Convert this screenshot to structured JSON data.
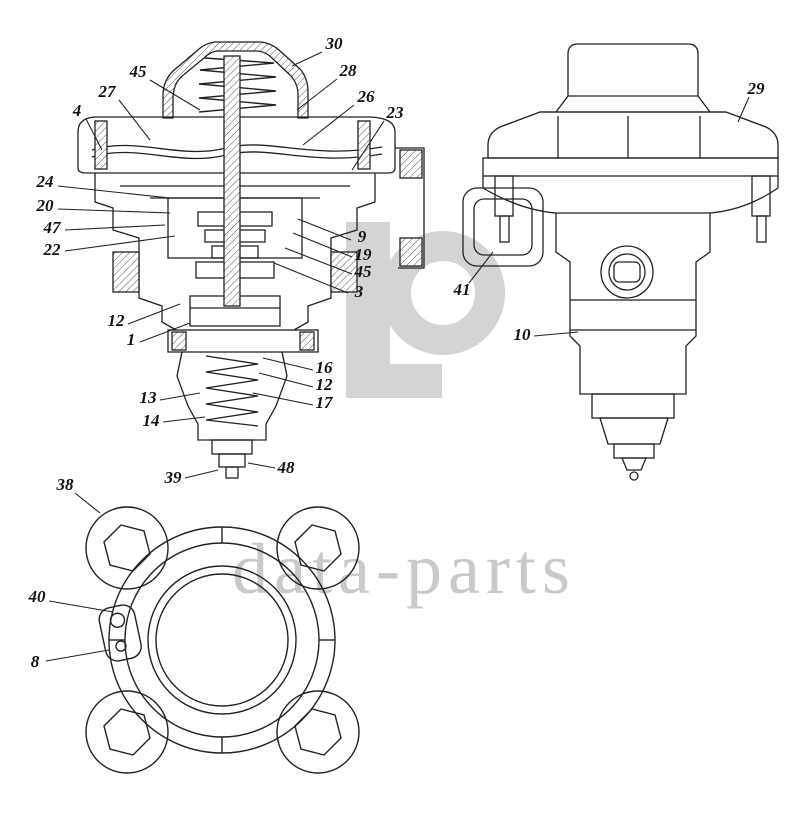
{
  "watermark": {
    "text": "data-parts"
  },
  "callouts": [
    {
      "label": "30",
      "text": [
        334,
        45
      ],
      "leader": [
        322,
        52,
        292,
        66
      ]
    },
    {
      "label": "45",
      "text": [
        138,
        73
      ],
      "leader": [
        150,
        80,
        200,
        110
      ]
    },
    {
      "label": "28",
      "text": [
        348,
        72
      ],
      "leader": [
        337,
        79,
        297,
        110
      ]
    },
    {
      "label": "27",
      "text": [
        107,
        93
      ],
      "leader": [
        119,
        100,
        150,
        140
      ]
    },
    {
      "label": "26",
      "text": [
        366,
        98
      ],
      "leader": [
        354,
        105,
        303,
        145
      ]
    },
    {
      "label": "4",
      "text": [
        77,
        112
      ],
      "leader": [
        86,
        119,
        102,
        150
      ]
    },
    {
      "label": "23",
      "text": [
        395,
        114
      ],
      "leader": [
        384,
        121,
        352,
        170
      ]
    },
    {
      "label": "24",
      "text": [
        45,
        183
      ],
      "leader": [
        58,
        186,
        170,
        198
      ]
    },
    {
      "label": "20",
      "text": [
        45,
        207
      ],
      "leader": [
        58,
        209,
        170,
        213
      ]
    },
    {
      "label": "47",
      "text": [
        52,
        229
      ],
      "leader": [
        65,
        230,
        165,
        225
      ]
    },
    {
      "label": "22",
      "text": [
        52,
        251
      ],
      "leader": [
        65,
        251,
        175,
        236
      ]
    },
    {
      "label": "9",
      "text": [
        362,
        238
      ],
      "leader": [
        351,
        240,
        298,
        219
      ]
    },
    {
      "label": "19",
      "text": [
        363,
        256
      ],
      "leader": [
        352,
        257,
        293,
        233
      ]
    },
    {
      "label": "45",
      "text": [
        363,
        273
      ],
      "leader": [
        352,
        274,
        285,
        248
      ]
    },
    {
      "label": "3",
      "text": [
        359,
        293
      ],
      "leader": [
        348,
        293,
        274,
        263
      ]
    },
    {
      "label": "12",
      "text": [
        116,
        322
      ],
      "leader": [
        128,
        324,
        180,
        304
      ]
    },
    {
      "label": "1",
      "text": [
        131,
        341
      ],
      "leader": [
        140,
        342,
        190,
        323
      ]
    },
    {
      "label": "16",
      "text": [
        324,
        369
      ],
      "leader": [
        313,
        370,
        263,
        358
      ]
    },
    {
      "label": "12",
      "text": [
        324,
        386
      ],
      "leader": [
        313,
        387,
        259,
        373
      ]
    },
    {
      "label": "17",
      "text": [
        324,
        404
      ],
      "leader": [
        313,
        405,
        253,
        393
      ]
    },
    {
      "label": "13",
      "text": [
        148,
        399
      ],
      "leader": [
        160,
        400,
        200,
        393
      ]
    },
    {
      "label": "14",
      "text": [
        151,
        422
      ],
      "leader": [
        163,
        422,
        205,
        417
      ]
    },
    {
      "label": "39",
      "text": [
        173,
        479
      ],
      "leader": [
        185,
        478,
        218,
        470
      ]
    },
    {
      "label": "48",
      "text": [
        286,
        469
      ],
      "leader": [
        275,
        468,
        248,
        463
      ]
    },
    {
      "label": "29",
      "text": [
        756,
        90
      ],
      "leader": [
        749,
        97,
        738,
        122
      ]
    },
    {
      "label": "41",
      "text": [
        462,
        291
      ],
      "leader": [
        469,
        283,
        493,
        252
      ]
    },
    {
      "label": "10",
      "text": [
        522,
        336
      ],
      "leader": [
        534,
        336,
        578,
        332
      ]
    },
    {
      "label": "38",
      "text": [
        65,
        486
      ],
      "leader": [
        75,
        493,
        100,
        513
      ]
    },
    {
      "label": "40",
      "text": [
        37,
        598
      ],
      "leader": [
        49,
        601,
        113,
        612
      ]
    },
    {
      "label": "8",
      "text": [
        35,
        663
      ],
      "leader": [
        46,
        661,
        109,
        650
      ]
    }
  ]
}
